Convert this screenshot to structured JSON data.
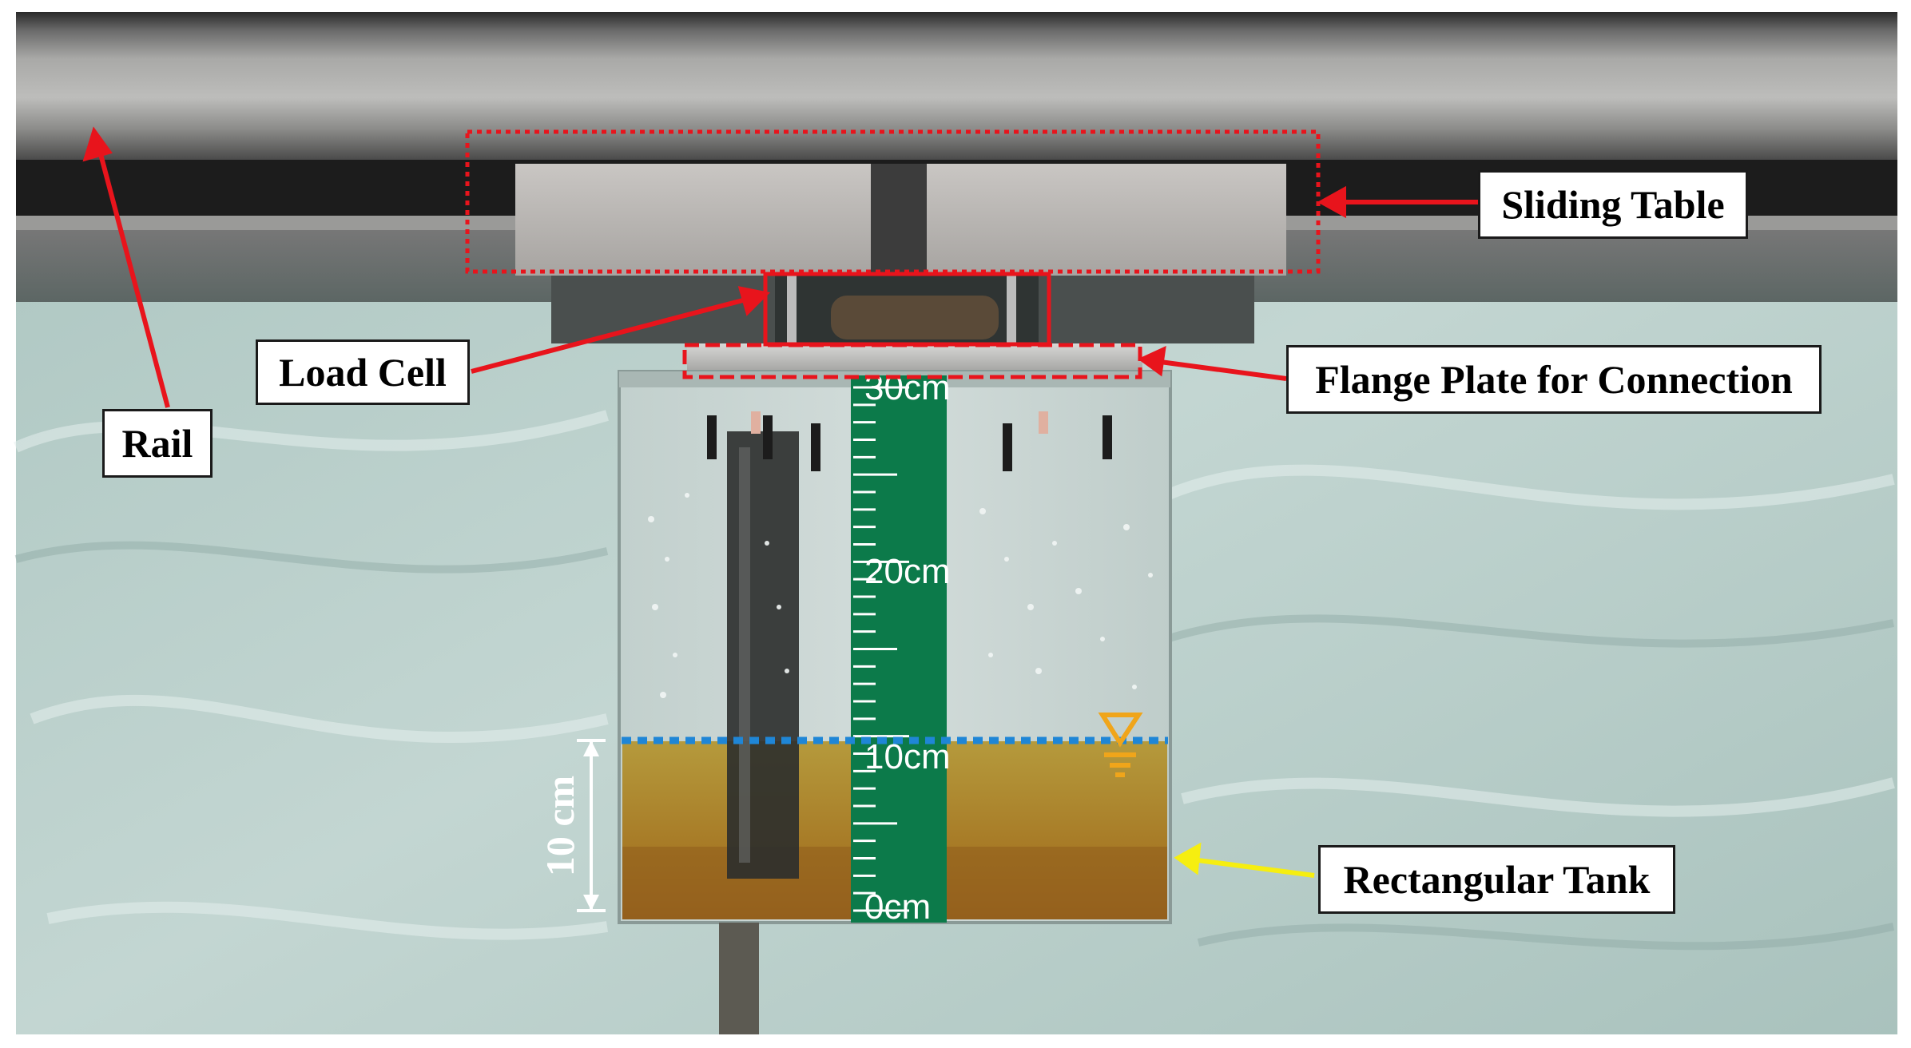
{
  "labels": {
    "rail": "Rail",
    "sliding_table": "Sliding Table",
    "load_cell": "Load Cell",
    "flange_plate": "Flange Plate for Connection",
    "rectangular_tank": "Rectangular Tank",
    "water_depth": "10 cm"
  },
  "ruler": {
    "mark_30": "30cm",
    "mark_20": "20cm",
    "mark_10": "10cm",
    "mark_0": "0cm"
  },
  "colors": {
    "annotation_red": "#e8141c",
    "annotation_yellow": "#f6ee10",
    "water_level_blue": "#1f86d6",
    "free_surface_symbol": "#f0a51a",
    "ruler_green": "#0c7a4a",
    "liquid_amber": "#a8822a",
    "background_curtain": "#b7cdc8"
  },
  "icons": {
    "free_surface": "water-level-triangle-icon"
  }
}
